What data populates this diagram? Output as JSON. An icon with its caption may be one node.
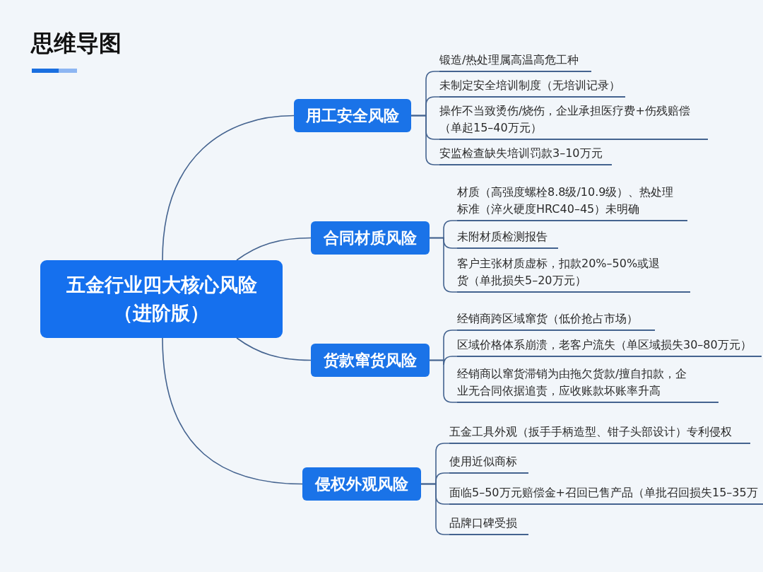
{
  "diagram": {
    "title": "思维导图",
    "nodes": [
      {
        "text": [
          "五金行业四大核心风险（进阶版）"
        ]
      },
      {
        "text": [
          "用工安全风险"
        ]
      },
      {
        "text": [
          "锻造/热处理属高温高危工种"
        ]
      },
      {
        "text": [
          "未制定安全培训制度（无培训记录）"
        ]
      },
      {
        "text": [
          "操作不当致烫伤/烧伤，企业承担医疗费+伤残赔偿（单起15–40万元）"
        ]
      },
      {
        "text": [
          "安监检查缺失培训罚款3–10万元"
        ]
      },
      {
        "text": [
          "合同材质风险"
        ]
      },
      {
        "text": [
          "材质（高强度螺栓8.8级/10.9级）、热处理标准（淬火硬度HRC40–45）未明确"
        ]
      },
      {
        "text": [
          "未附材质检测报告"
        ]
      },
      {
        "text": [
          "客户主张材质虚标，扣款20%–50%或退货（单批损失5–20万元）"
        ]
      },
      {
        "text": [
          "货款窜货风险"
        ]
      },
      {
        "text": [
          "经销商跨区域窜货（低价抢占市场）"
        ]
      },
      {
        "text": [
          "区域价格体系崩溃，老客户流失（单区域损失30–80万元）"
        ]
      },
      {
        "text": [
          "经销商以窜货滞销为由拖欠货款/擅自扣款，企业无合同依据追责，应收账款坏账率升高"
        ]
      },
      {
        "text": [
          "侵权外观风险"
        ]
      },
      {
        "text": [
          "五金工具外观（扳手手柄造型、钳子头部设计）专利侵权"
        ]
      },
      {
        "text": [
          "使用近似商标"
        ]
      },
      {
        "text": [
          "面临5–50万元赔偿金+召回已售产品（单批召回损失15–35万"
        ]
      },
      {
        "text": [
          "品牌口碑受损"
        ]
      }
    ],
    "edges": [
      {
        "from": 0,
        "to": 1,
        "arrow": "none"
      },
      {
        "from": 0,
        "to": 6,
        "arrow": "none"
      },
      {
        "from": 0,
        "to": 10,
        "arrow": "none"
      },
      {
        "from": 0,
        "to": 14,
        "arrow": "none"
      },
      {
        "from": 1,
        "to": 2,
        "arrow": "none"
      },
      {
        "from": 1,
        "to": 3,
        "arrow": "none"
      },
      {
        "from": 1,
        "to": 4,
        "arrow": "none"
      },
      {
        "from": 1,
        "to": 5,
        "arrow": "none"
      },
      {
        "from": 6,
        "to": 7,
        "arrow": "none"
      },
      {
        "from": 6,
        "to": 8,
        "arrow": "none"
      },
      {
        "from": 6,
        "to": 9,
        "arrow": "none"
      },
      {
        "from": 10,
        "to": 11,
        "arrow": "none"
      },
      {
        "from": 10,
        "to": 12,
        "arrow": "none"
      },
      {
        "from": 10,
        "to": 13,
        "arrow": "none"
      },
      {
        "from": 14,
        "to": 15,
        "arrow": "none"
      },
      {
        "from": 14,
        "to": 16,
        "arrow": "none"
      },
      {
        "from": 14,
        "to": 17,
        "arrow": "none"
      },
      {
        "from": 14,
        "to": 18,
        "arrow": "none"
      }
    ]
  }
}
